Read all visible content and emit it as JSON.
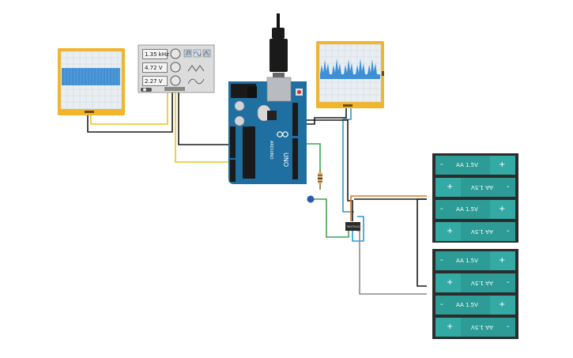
{
  "function_generator": {
    "frequency": "1.35 kHz",
    "amplitude": "4.72 V",
    "dc_offset": "2.27 V"
  },
  "arduino": {
    "brand": "ARDUINO",
    "model": "UNO"
  },
  "batteries": [
    {
      "label": "AA 1.5V",
      "orientation": "normal"
    },
    {
      "label": "AA 1.5V",
      "orientation": "flipped"
    },
    {
      "label": "AA 1.5V",
      "orientation": "normal"
    },
    {
      "label": "AA 1.5V",
      "orientation": "flipped"
    },
    {
      "label": "AA 1.5V",
      "orientation": "normal"
    },
    {
      "label": "AA 1.5V",
      "orientation": "flipped"
    },
    {
      "label": "AA 1.5V",
      "orientation": "normal"
    },
    {
      "label": "AA 1.5V",
      "orientation": "flipped"
    }
  ],
  "chip": {
    "label": "SN754410"
  },
  "colors": {
    "scope_frame": "#f2b429",
    "board": "#1f6fa0",
    "battery": "#2e9c96",
    "battery_holder": "#2c2c2c",
    "wire_black": "#1a1a1a",
    "wire_yellow": "#f0c020",
    "wire_green": "#3aa84a",
    "wire_blue": "#2a9ad0",
    "wire_orange": "#e07820",
    "wire_gray": "#8a8a8a"
  },
  "icons": [
    "usb-cable",
    "oscilloscope-screen",
    "function-generator-knob",
    "capacitor",
    "resistor",
    "h-bridge-chip"
  ]
}
